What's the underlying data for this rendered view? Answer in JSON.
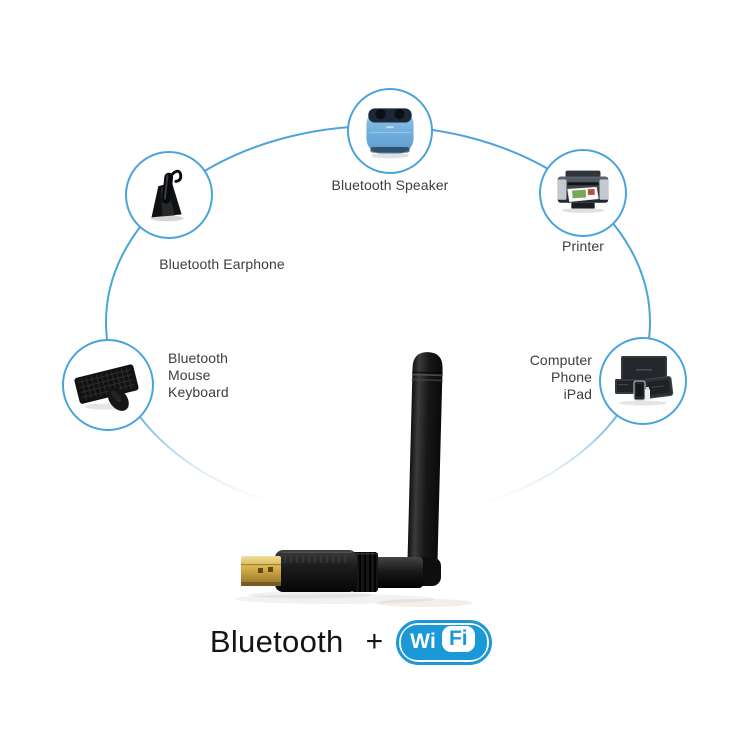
{
  "image": {
    "type": "product-connectivity-diagram",
    "background": "#ffffff",
    "accent_color": "#4ba3db"
  },
  "nodes": {
    "speaker": {
      "label": "Bluetooth Speaker",
      "icon": "bluetooth-speaker"
    },
    "printer": {
      "label": "Printer",
      "icon": "printer"
    },
    "earphone": {
      "label": "Bluetooth Earphone",
      "icon": "bluetooth-earphone"
    },
    "keyboard": {
      "lines": [
        "Bluetooth",
        "Mouse",
        "Keyboard"
      ],
      "icon": "keyboard-and-mouse"
    },
    "devices": {
      "lines": [
        "Computer",
        "Phone",
        "iPad"
      ],
      "icon": "computer-phone-ipad"
    }
  },
  "product": {
    "icon": "usb-wifi-antenna-adapter"
  },
  "caption": {
    "bluetooth": "Bluetooth",
    "plus": "+",
    "wifi": {
      "wi": "Wi",
      "fi": "Fi",
      "color": "#1b99d6"
    }
  }
}
